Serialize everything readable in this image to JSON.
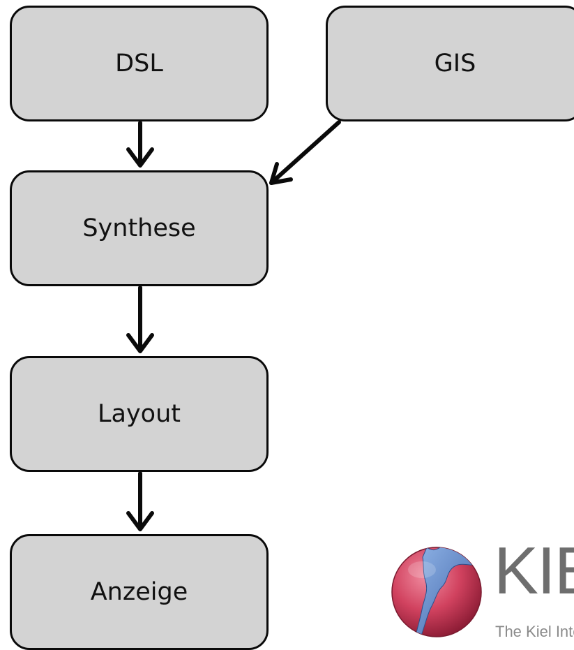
{
  "nodes": {
    "dsl": "DSL",
    "gis": "GIS",
    "synthese": "Synthese",
    "layout": "Layout",
    "anzeige": "Anzeige"
  },
  "edges": [
    {
      "from": "DSL",
      "to": "Synthese"
    },
    {
      "from": "GIS",
      "to": "Synthese"
    },
    {
      "from": "Synthese",
      "to": "Layout"
    },
    {
      "from": "Layout",
      "to": "Anzeige"
    }
  ],
  "logo": {
    "wordmark": "KIELER",
    "tagline": "The Kiel Integrated Environment for Layout Eclipse RichClient",
    "colors": {
      "sphere": "#c8324e",
      "water": "#5b86c8",
      "text": "#6e6e6e"
    }
  },
  "colors": {
    "node_fill": "#d3d3d3",
    "node_border": "#0a0a0a",
    "arrow": "#0a0a0a"
  }
}
